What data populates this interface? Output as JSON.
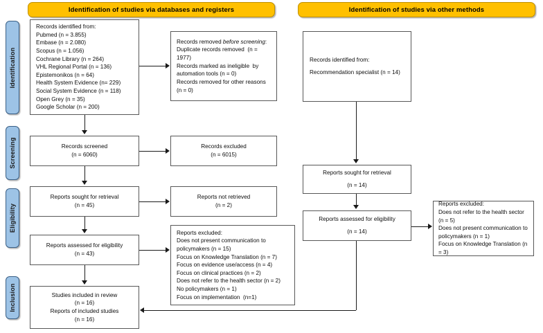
{
  "headers": {
    "databases": "Identification of studies via databases and registers",
    "other": "Identification of studies via other methods"
  },
  "phases": {
    "identification": "Identification",
    "screening": "Screening",
    "eligibility": "Eligibility",
    "inclusion": "Inclusion"
  },
  "boxes": {
    "records_identified": {
      "lines": [
        "Records identified from:",
        "Pubmed (n = 3.855)",
        "Embase (n = 2.080)",
        "Scopus (n = 1.056)",
        "Cochrane Library (n = 264)",
        "VHL Regional Portal (n = 136)",
        "Epistemonikos (n = 64)",
        "Health System Evidence (n= 229)",
        "Social System Evidence (n = 118)",
        "Open Grey (n = 35)",
        "Google Scholar (n = 200)"
      ]
    },
    "records_removed": {
      "lines": [
        "Records removed before screening:",
        "Duplicate records removed  (n = 1977)",
        "Records marked as ineligible  by automation tools (n = 0)",
        "Records removed for other reasons (n = 0)"
      ],
      "italic_phrase": "before screening"
    },
    "records_screened": {
      "lines": [
        "Records screened",
        "(n = 6060)"
      ]
    },
    "records_excluded": {
      "lines": [
        "Records excluded",
        "(n = 6015)"
      ]
    },
    "reports_sought": {
      "lines": [
        "Reports sought for retrieval",
        "(n = 45)"
      ]
    },
    "reports_not_retrieved": {
      "lines": [
        "Reports not retrieved",
        "(n = 2)"
      ]
    },
    "reports_assessed": {
      "lines": [
        "Reports assessed for eligibility",
        "(n = 43)"
      ]
    },
    "reports_excluded_left": {
      "lines": [
        "Reports excluded:",
        "Does not present communication to policymakers (n = 15)",
        "Focus on Knowledge Translation (n = 7)",
        "Focus on evidence use/access (n = 4)",
        "Focus on clinical practices (n = 2)",
        "Does not refer to the health sector (n = 2)",
        "No policymakers (n = 1)",
        "Focus on implementation  (n=1)"
      ]
    },
    "studies_included": {
      "lines": [
        "Studies included in review",
        "(n = 16)",
        "Reports of included studies",
        "(n = 16)"
      ]
    },
    "records_identified_other": {
      "line1": "Records identified from:",
      "line2": "Recommendation specialist (n = 14)"
    },
    "reports_sought_other": {
      "line1": "Reports sought for retrieval",
      "line2": "(n = 14)"
    },
    "reports_assessed_other": {
      "line1": "Reports assessed for eligibility",
      "line2": "(n = 14)"
    },
    "reports_excluded_right": {
      "lines": [
        "Reports excluded:",
        "Does not refer to the health sector (n = 5)",
        "Does not present communication to policymakers (n = 1)",
        "Focus on Knowledge Translation (n = 3)"
      ]
    }
  },
  "colors": {
    "header_fill": "#FFC000",
    "header_border": "#BF9000",
    "tab_fill": "#9DC3E6",
    "tab_border": "#3A5F85",
    "box_border": "#575757",
    "connector": "#1A1A1A"
  }
}
